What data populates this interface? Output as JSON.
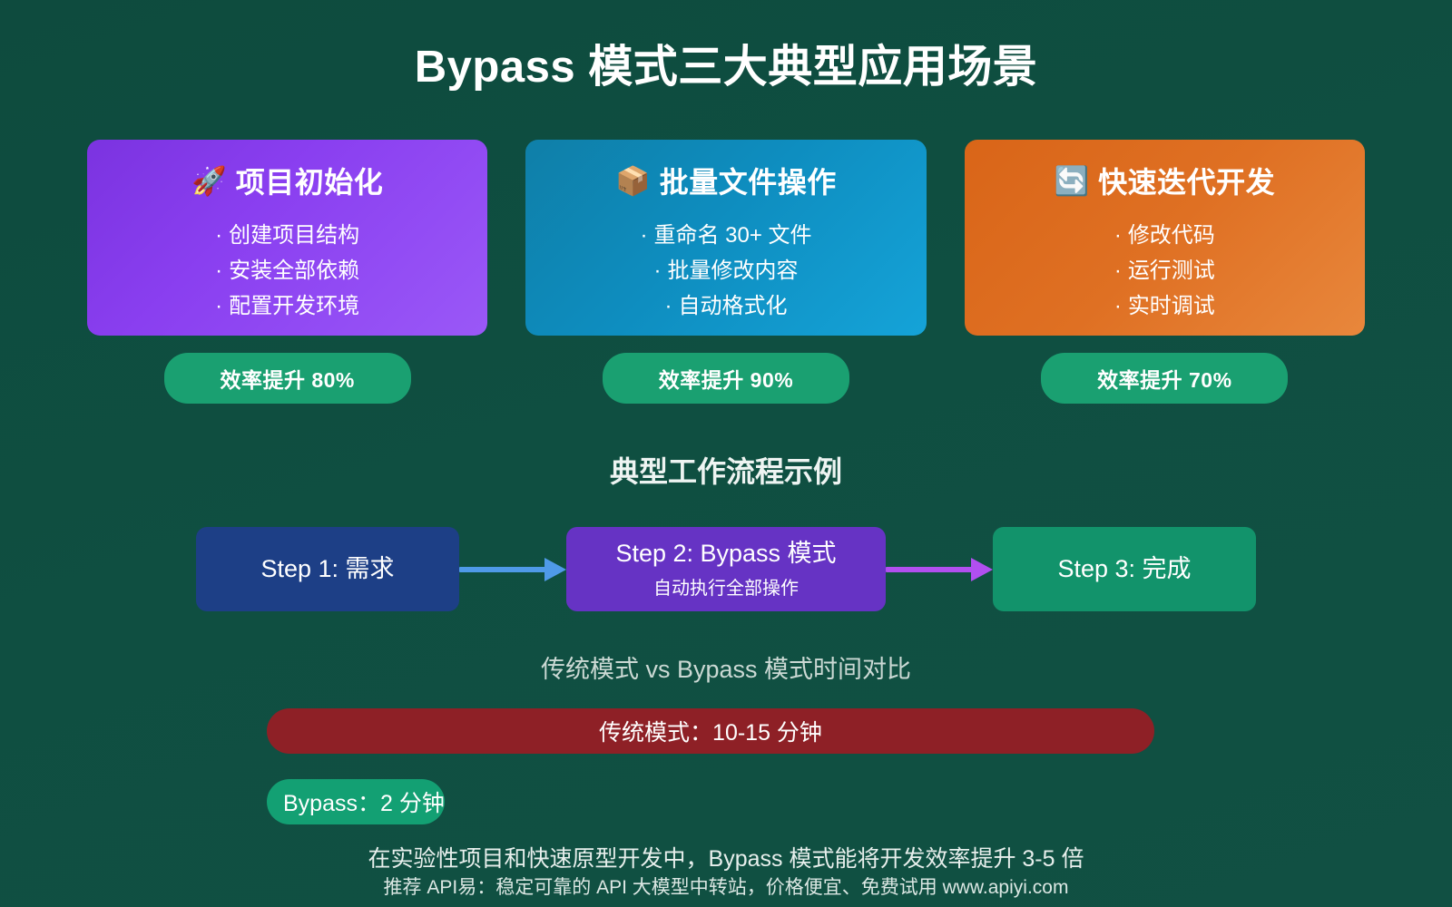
{
  "page": {
    "title": "Bypass 模式三大典型应用场景",
    "background_color": "#0f4f41"
  },
  "scenarios": [
    {
      "icon": "rocket-emoji",
      "icon_glyph": "🚀",
      "title": "项目初始化",
      "bullets": [
        "创建项目结构",
        "安装全部依赖",
        "配置开发环境"
      ],
      "badge": "效率提升 80%",
      "card_color": "#8a3ff0",
      "badge_color": "#1aa071"
    },
    {
      "icon": "package-emoji",
      "icon_glyph": "📦",
      "title": "批量文件操作",
      "bullets": [
        "重命名 30+ 文件",
        "批量修改内容",
        "自动格式化"
      ],
      "badge": "效率提升 90%",
      "card_color": "#0e8dbf",
      "badge_color": "#1aa071"
    },
    {
      "icon": "refresh-emoji",
      "icon_glyph": "🔄",
      "title": "快速迭代开发",
      "bullets": [
        "修改代码",
        "运行测试",
        "实时调试"
      ],
      "badge": "效率提升 70%",
      "card_color": "#df7023",
      "badge_color": "#1aa071"
    }
  ],
  "workflow": {
    "heading": "典型工作流程示例",
    "steps": [
      {
        "main": "Step 1: 需求",
        "sub": "",
        "color": "#1d3f86"
      },
      {
        "main": "Step 2: Bypass 模式",
        "sub": "自动执行全部操作",
        "color": "#6633c4"
      },
      {
        "main": "Step 3: 完成",
        "sub": "",
        "color": "#12936b"
      }
    ],
    "arrow_colors": [
      "#4f9ae8",
      "#b14ff0"
    ]
  },
  "comparison": {
    "heading": "传统模式 vs Bypass 模式时间对比",
    "bars": [
      {
        "label": "传统模式：10-15 分钟",
        "color": "#8e2026",
        "minutes_min": 10,
        "minutes_max": 15
      },
      {
        "label": "Bypass：2 分钟",
        "color": "#13a073",
        "minutes_min": 2,
        "minutes_max": 2
      }
    ]
  },
  "footer": {
    "line1": "在实验性项目和快速原型开发中，Bypass 模式能将开发效率提升 3-5 倍",
    "line2": "推荐 API易：稳定可靠的 API 大模型中转站，价格便宜、免费试用 www.apiyi.com"
  },
  "chart_data": {
    "type": "bar",
    "title": "传统模式 vs Bypass 模式时间对比",
    "categories": [
      "传统模式",
      "Bypass"
    ],
    "values": [
      15,
      2
    ],
    "value_labels": [
      "传统模式：10-15 分钟",
      "Bypass：2 分钟"
    ],
    "unit": "分钟",
    "orientation": "horizontal",
    "xlabel": "",
    "ylabel": "",
    "xlim": [
      0,
      15
    ],
    "grid": false,
    "legend": "none",
    "colors": [
      "#8e2026",
      "#13a073"
    ]
  }
}
